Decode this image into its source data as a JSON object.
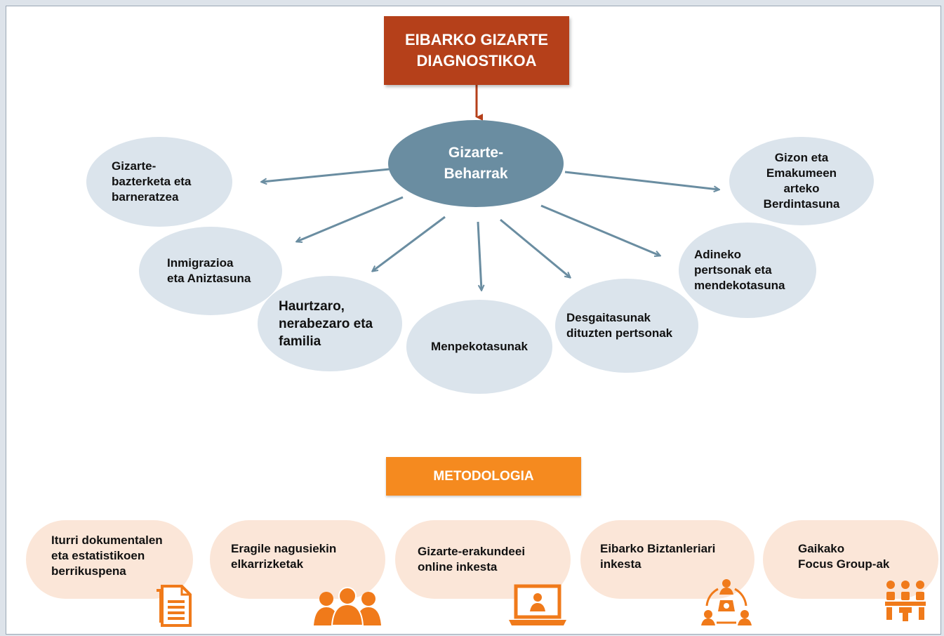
{
  "title": "EIBARKO GIZARTE\nDIAGNOSTIKOA",
  "center": "Gizarte-\nBeharrak",
  "needs": [
    "Gizarte-\nbazterketa eta\nbarneratzea",
    "Inmigrazioa\neta Aniztasuna",
    "Haurtzaro,\nnerabezaro eta\nfamilia",
    "Menpekotasunak",
    "Desgaitasunak\ndituzten pertsonak",
    "Adineko\npertsonak eta\nmendekotasuna",
    "Gizon eta\nEmakumeen\narteko\nBerdintasuna"
  ],
  "methodology_title": "METODOLOGIA",
  "methods": [
    {
      "label": "Iturri dokumentalen\neta estatistikoen\nberrikuspena",
      "icon": "document-icon"
    },
    {
      "label": "Eragile nagusiekin\nelkarrizketak",
      "icon": "people-group-icon"
    },
    {
      "label": "Gizarte-erakundeei\nonline inkesta",
      "icon": "laptop-user-icon"
    },
    {
      "label": "Eibarko Biztanleriari\ninkesta",
      "icon": "phone-survey-icon"
    },
    {
      "label": "Gaikako\nFocus Group-ak",
      "icon": "focus-group-icon"
    }
  ],
  "colors": {
    "title_bg": "#b5401a",
    "center_bg": "#6a8da1",
    "bubble_bg": "#dbe4ec",
    "arrow": "#6a8da1",
    "title_arrow": "#b5401a",
    "methodology_bg": "#f58a1f",
    "method_pill_bg": "#fbe6d8",
    "icon_color": "#f07a1a"
  }
}
